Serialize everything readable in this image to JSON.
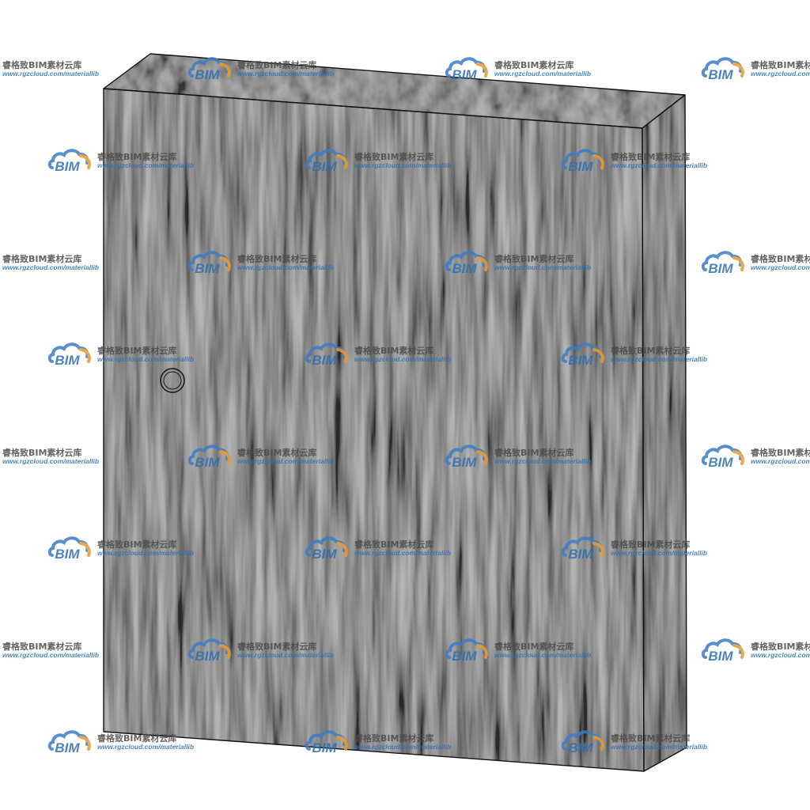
{
  "scene": {
    "object": "wall-mounted cabinet",
    "material": "dark gray wood-grain texture",
    "colors": {
      "front": "#5c5c5c",
      "side": "#4a4a4a",
      "top": "#6a6a6a",
      "edge": "#111111",
      "grain_light": "#8a8a8a",
      "grain_dark": "#2e2e2e"
    }
  },
  "watermark": {
    "brand": "BIM",
    "name_cn": "睿格致BIM素材云库",
    "url": "www.rgzcloud.com/materiallib",
    "colors": {
      "cloud_blue": "#3d7cc4",
      "cloud_orange": "#e89a2c",
      "text": "#4a4a4a"
    }
  }
}
